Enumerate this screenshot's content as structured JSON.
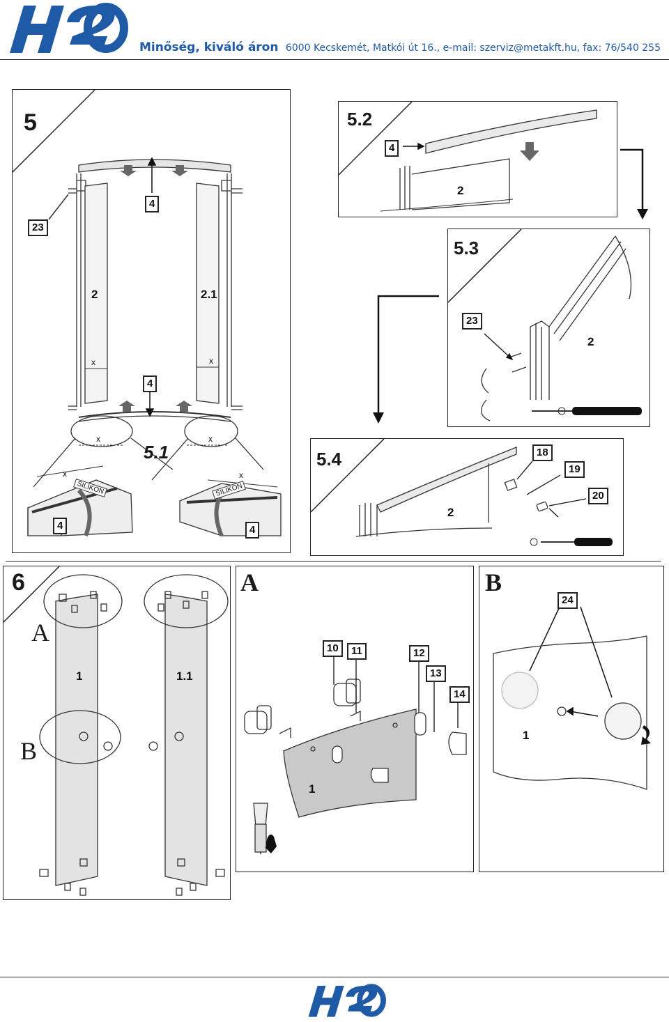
{
  "header": {
    "tagline": "Minőség, kiváló áron",
    "contact": "6000 Kecskemét, Matkói út 16., e-mail: szerviz@metakft.hu,  fax: 76/540 255",
    "logo_text": "H2O"
  },
  "step5": {
    "number": "5",
    "sub_label": "5.1",
    "part_tags": [
      "23",
      "4",
      "4",
      "4",
      "4"
    ],
    "panel_labels": [
      "2",
      "2.1"
    ],
    "x_marks": [
      "x",
      "x",
      "x",
      "x",
      "x",
      "x"
    ],
    "silikon": "SILIKON"
  },
  "step52": {
    "number": "5.2",
    "tag": "4",
    "panel_label": "2"
  },
  "step53": {
    "number": "5.3",
    "tag": "23",
    "panel_label": "2"
  },
  "step54": {
    "number": "5.4",
    "tags": [
      "18",
      "19",
      "20"
    ],
    "panel_label": "2"
  },
  "step6": {
    "number": "6",
    "letter_a": "A",
    "letter_b": "B",
    "panel_labels": [
      "1",
      "1.1"
    ]
  },
  "detailA": {
    "letter": "A",
    "tags": [
      "10",
      "11",
      "12",
      "13",
      "14"
    ],
    "panel_label": "1"
  },
  "detailB": {
    "letter": "B",
    "tag": "24",
    "panel_label": "1"
  },
  "footer": {
    "logo_text": "H2O"
  }
}
